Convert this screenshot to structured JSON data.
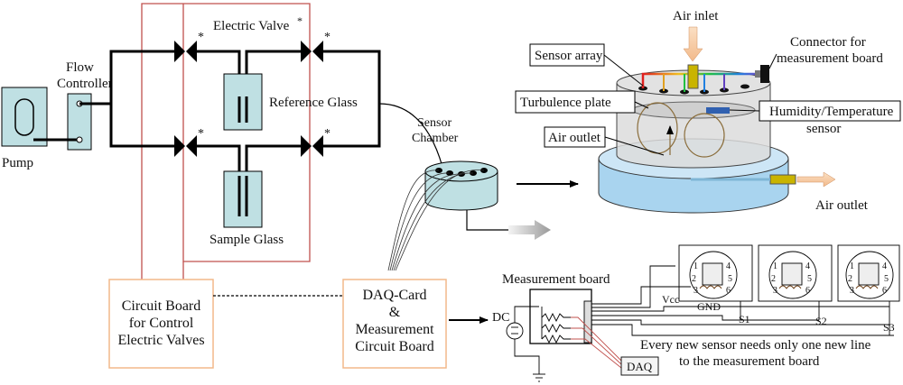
{
  "left_system": {
    "pump": "Pump",
    "flow_controller": [
      "Flow",
      "Controller"
    ],
    "electric_valve": "Electric Valve",
    "valve_mark": "*",
    "reference_glass": "Reference Glass",
    "sample_glass": "Sample Glass",
    "sensor_chamber": [
      "Sensor",
      "Chamber"
    ],
    "circuit_board": [
      "Circuit Board",
      "for Control",
      "Electric Valves"
    ],
    "daq_card": [
      "DAQ-Card",
      "&",
      "Measurement",
      "Circuit Board"
    ]
  },
  "chamber_detail": {
    "air_inlet": "Air inlet",
    "sensor_array": "Sensor array",
    "connector": [
      "Connector for",
      "measurement board"
    ],
    "turbulence_plate": "Turbulence plate",
    "humidity_sensor": [
      "Humidity/Temperature",
      "sensor"
    ],
    "air_outlet_label": "Air outlet",
    "air_outlet_right": "Air outlet"
  },
  "circuit_detail": {
    "measurement_board": "Measurement board",
    "dc": "DC",
    "daq": "DAQ",
    "vcc": "Vcc",
    "gnd": "GND",
    "s1": "S1",
    "s2": "S2",
    "s3": "S3",
    "pins": [
      "1",
      "2",
      "3",
      "4",
      "5",
      "6"
    ],
    "note": [
      "Every new sensor needs only one new line",
      "to the measurement board"
    ]
  }
}
